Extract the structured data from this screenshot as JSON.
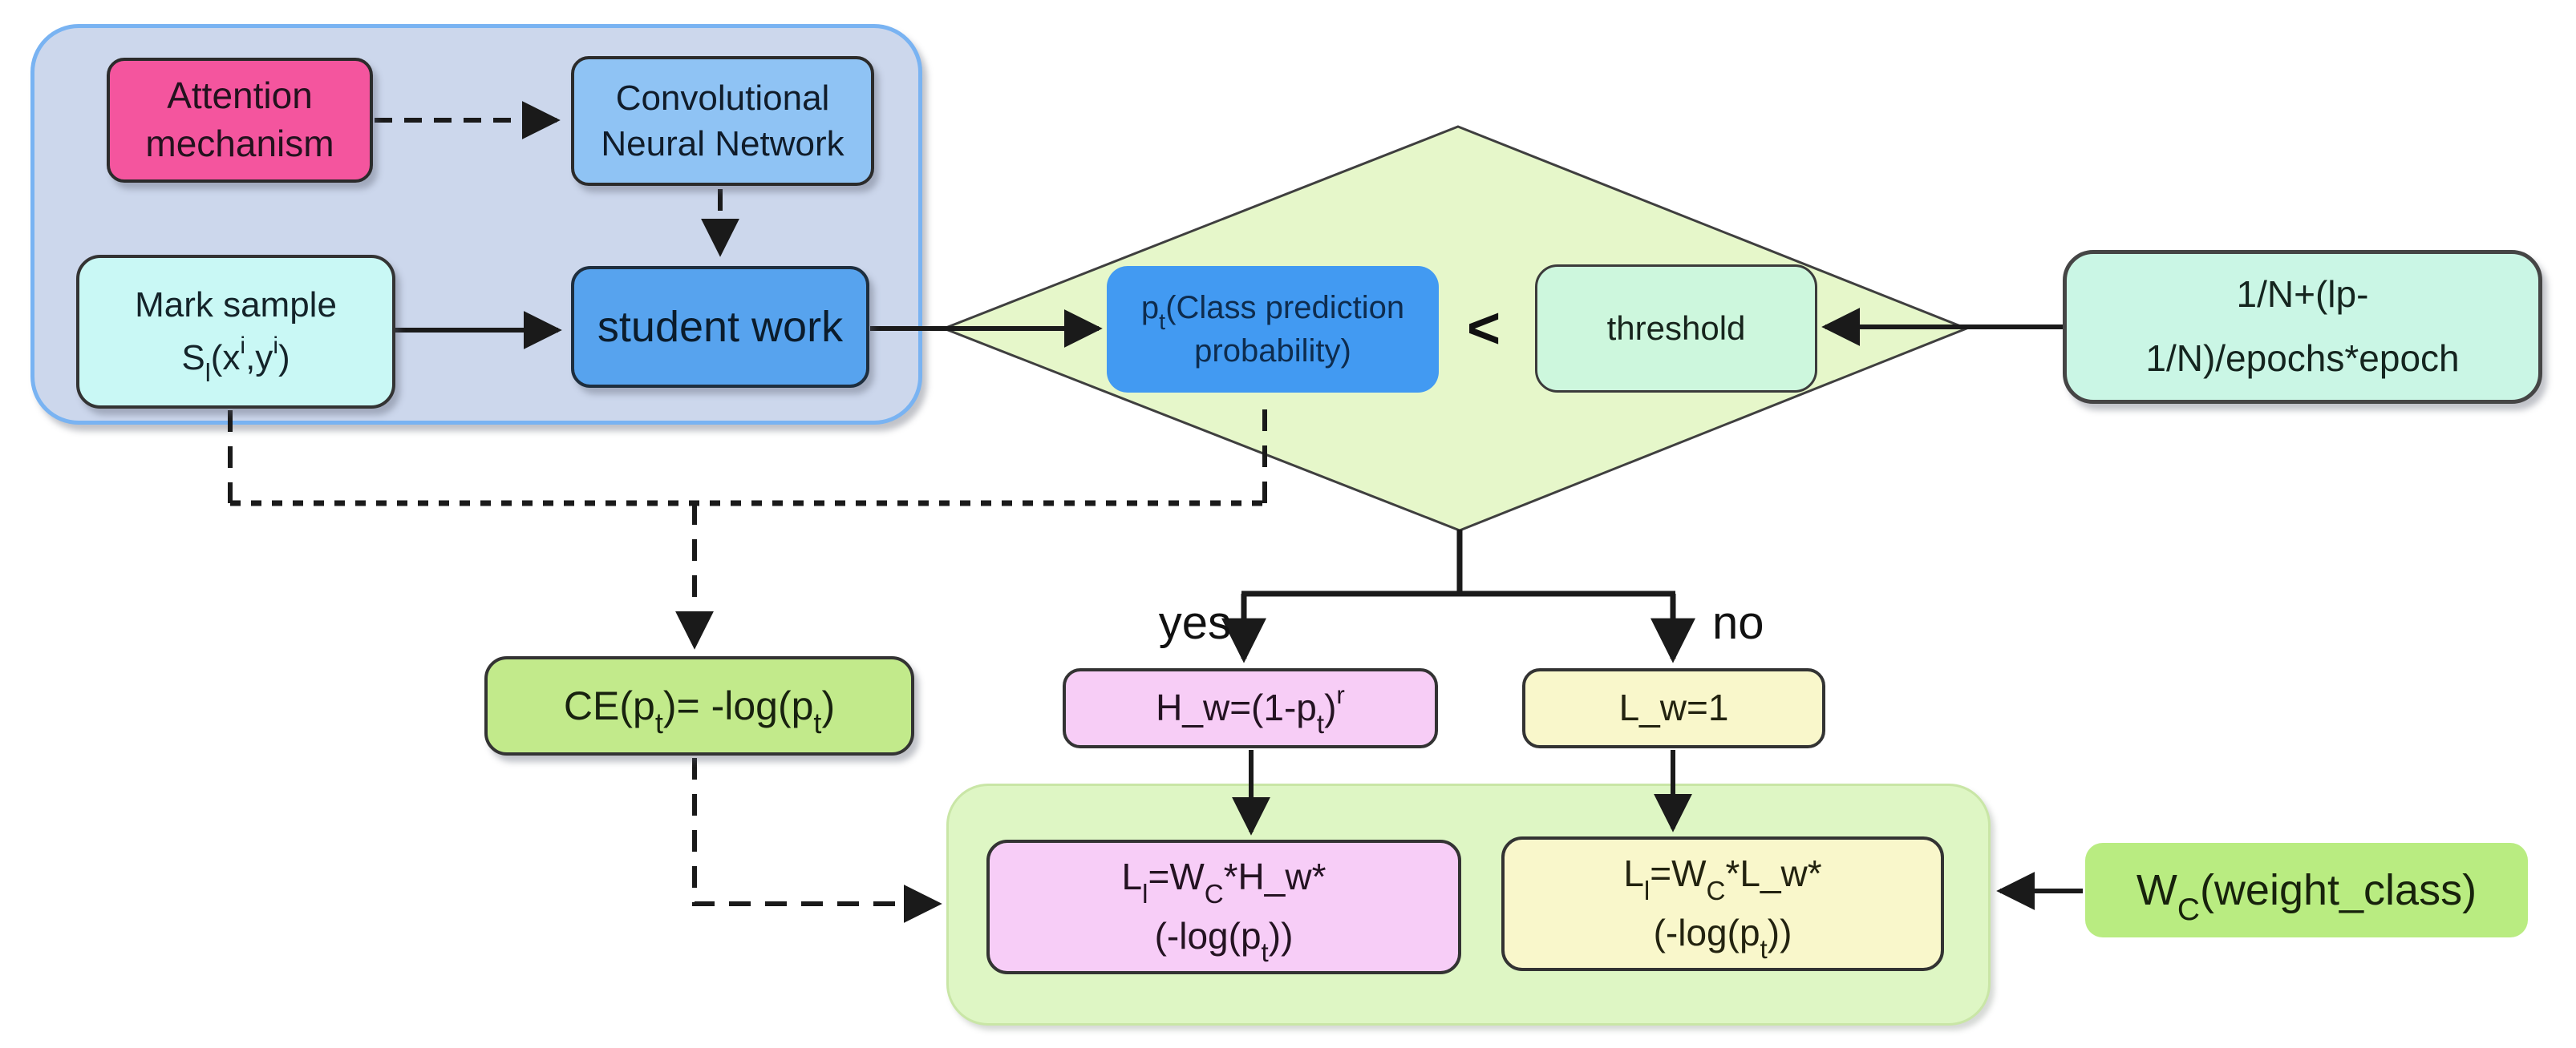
{
  "palette": {
    "canvas_bg": "#ffffff",
    "input_group_fill": "#ccd7ec",
    "input_group_border": "#79b3f2",
    "attention_fill": "#f4559e",
    "cnn_fill": "#8fc3f4",
    "mark_sample_fill": "#c9f8f5",
    "student_fill": "#57a3ee",
    "diamond_fill": "#e6f7ca",
    "pt_fill": "#429af2",
    "threshold_fill": "#cdf7dd",
    "epoch_formula_fill": "#caf6e5",
    "ce_fill": "#c2ea8b",
    "hw_fill": "#f7cdf6",
    "lw_fill": "#f9f7cb",
    "loss_group_fill": "#def6c4",
    "loss_high_fill": "#f7cdf7",
    "loss_low_fill": "#f9f7cb",
    "wc_fill": "#b9ec81",
    "line_color": "#1a1a1a"
  },
  "nodes": {
    "attention": {
      "label": "Attention mechanism"
    },
    "cnn": {
      "label": "Convolutional Neural Network"
    },
    "mark_sample": {
      "title": "Mark sample",
      "f_base": "S",
      "f_sub": "l",
      "f_p1": "(x",
      "f_sup1": "i",
      "f_p2": ",y",
      "f_sup2": "i",
      "f_p3": ")"
    },
    "student": {
      "label": "student work"
    },
    "pt": {
      "base": "p",
      "sub": "t",
      "line1_rest": "(Class prediction",
      "line2": "probability)"
    },
    "comparator": {
      "symbol": "<"
    },
    "threshold": {
      "label": "threshold"
    },
    "epoch_formula": {
      "line1": "1/N+(lp-",
      "line2": "1/N)/epochs*epoch"
    },
    "ce": {
      "p1": "CE(p",
      "sub1": "t",
      "p2": ")= -log(p",
      "sub2": "t",
      "p3": ")"
    },
    "branch": {
      "yes": "yes",
      "no": "no"
    },
    "hw": {
      "p1": "H_w=(1-p",
      "sub1": "t",
      "p2": ")",
      "sup1": "r"
    },
    "lw": {
      "label": "L_w=1"
    },
    "loss_high": {
      "l1p1": "L",
      "l1sub1": "l",
      "l1p2": "=W",
      "l1sub2": "C",
      "l1p3": "*H_w*",
      "l2p1": "(-log(p",
      "l2sub1": "t",
      "l2p2": "))"
    },
    "loss_low": {
      "l1p1": "L",
      "l1sub1": "l",
      "l1p2": "=W",
      "l1sub2": "C",
      "l1p3": "*L_w*",
      "l2p1": "(-log(p",
      "l2sub1": "t",
      "l2p2": "))"
    },
    "wc": {
      "p1": "W",
      "sub1": "C",
      "p2": "(weight_class)"
    }
  }
}
